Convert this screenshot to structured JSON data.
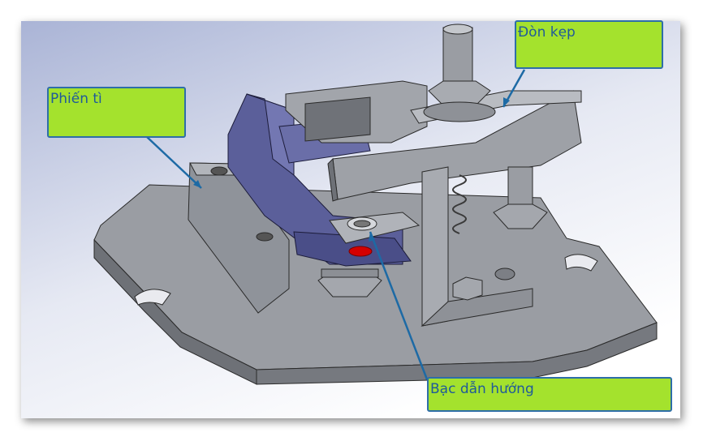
{
  "callouts": {
    "fixture_plate": "Phiến tì",
    "clamp_lever": "Đòn kẹp",
    "guide_bushing": "Bạc dẫn hướng"
  },
  "colors": {
    "callout_fill": "#a4e22d",
    "callout_border": "#2e6ea8",
    "callout_text": "#1f5a9a",
    "leader": "#1d6aa5",
    "part_gray": "#8c9096",
    "part_blue": "#5b5f9a",
    "marker_red": "#d40000"
  }
}
